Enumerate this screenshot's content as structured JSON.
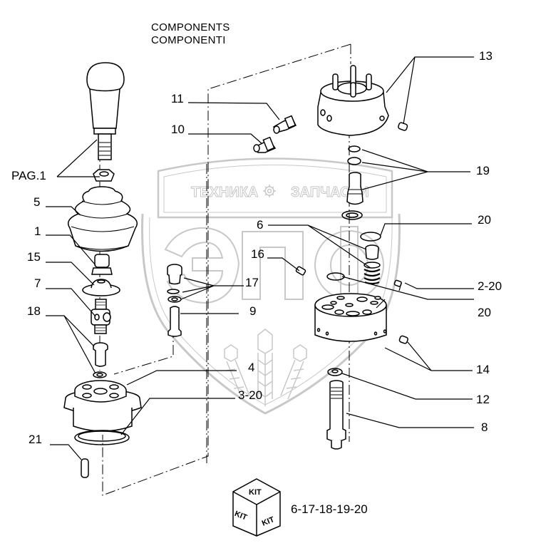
{
  "title": {
    "line1": "COMPONENTS",
    "line2": "COMPONENTI"
  },
  "watermark": {
    "left_text": "ТЕХНИКА",
    "right_text": "ЗАПЧАСТИ",
    "logo_letters": "ЭПФ",
    "color": "#c8c8c8"
  },
  "callouts": [
    {
      "id": "pag1",
      "label": "PAG.1",
      "part": "lever knob and nut"
    },
    {
      "id": "5",
      "label": "5",
      "part": "rubber boot"
    },
    {
      "id": "1",
      "label": "1",
      "part": "bushing nut"
    },
    {
      "id": "15",
      "label": "15",
      "part": "cup plate"
    },
    {
      "id": "7",
      "label": "7",
      "part": "universal joint"
    },
    {
      "id": "18",
      "label": "18",
      "part": "plug and washer"
    },
    {
      "id": "21",
      "label": "21",
      "part": "pin"
    },
    {
      "id": "11",
      "label": "11",
      "part": "fitting"
    },
    {
      "id": "10",
      "label": "10",
      "part": "fitting"
    },
    {
      "id": "17",
      "label": "17",
      "part": "plug and seals"
    },
    {
      "id": "9",
      "label": "9",
      "part": "pushrod"
    },
    {
      "id": "4",
      "label": "4",
      "part": "base flange"
    },
    {
      "id": "3-20",
      "label": "3-20",
      "part": "base seal"
    },
    {
      "id": "16",
      "label": "16",
      "part": "plug"
    },
    {
      "id": "6",
      "label": "6",
      "part": "spring and seat"
    },
    {
      "id": "13",
      "label": "13",
      "part": "top housing"
    },
    {
      "id": "19",
      "label": "19",
      "part": "plunger and seals"
    },
    {
      "id": "20a",
      "label": "20",
      "part": "seal ring"
    },
    {
      "id": "2-20",
      "label": "2-20",
      "part": "plug"
    },
    {
      "id": "20b",
      "label": "20",
      "part": "o-ring"
    },
    {
      "id": "14",
      "label": "14",
      "part": "valve body"
    },
    {
      "id": "12",
      "label": "12",
      "part": "washer"
    },
    {
      "id": "8",
      "label": "8",
      "part": "stud bolt"
    }
  ],
  "kit": {
    "cube_faces": [
      "KIT",
      "KIT",
      "KIT"
    ],
    "parts_list": "6-17-18-19-20"
  }
}
